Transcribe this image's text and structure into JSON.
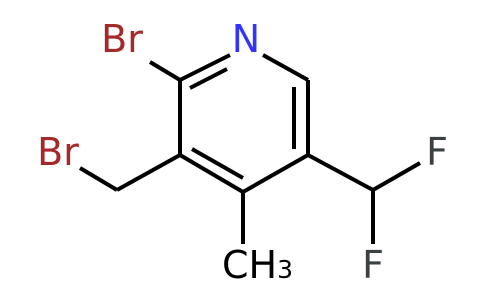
{
  "molecule": {
    "atoms": {
      "n1": "N",
      "br_ring": "Br",
      "br_side": "Br",
      "f1": "F",
      "f2": "F",
      "methyl_c": "CH",
      "methyl_sub": "3"
    },
    "colors": {
      "bond": "#000000",
      "nitrogen": "#3333ff",
      "bromine": "#a62929",
      "fluorine": "#3b4143",
      "carbon": "#000000"
    }
  }
}
